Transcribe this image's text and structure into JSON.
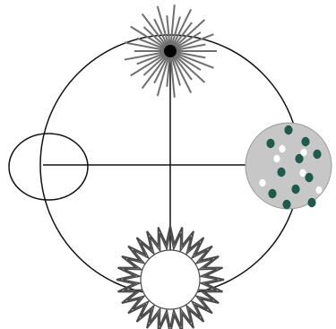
{
  "diagram": {
    "colors": {
      "background": "#ffffff",
      "outline": "#111111",
      "starburst_rays": "#6f6f6f",
      "starburst_center": "#000000",
      "zigzag_ring": "#4a4a4a",
      "spotted_disc_fill": "#c7c7c7",
      "spot_dark": "#1f5a4b",
      "spot_light": "#ffffff"
    },
    "elements": [
      "large-circle",
      "vertical-axis",
      "horizontal-axis",
      "left-ellipse",
      "starburst",
      "zigzag-ring",
      "spotted-disc"
    ]
  }
}
